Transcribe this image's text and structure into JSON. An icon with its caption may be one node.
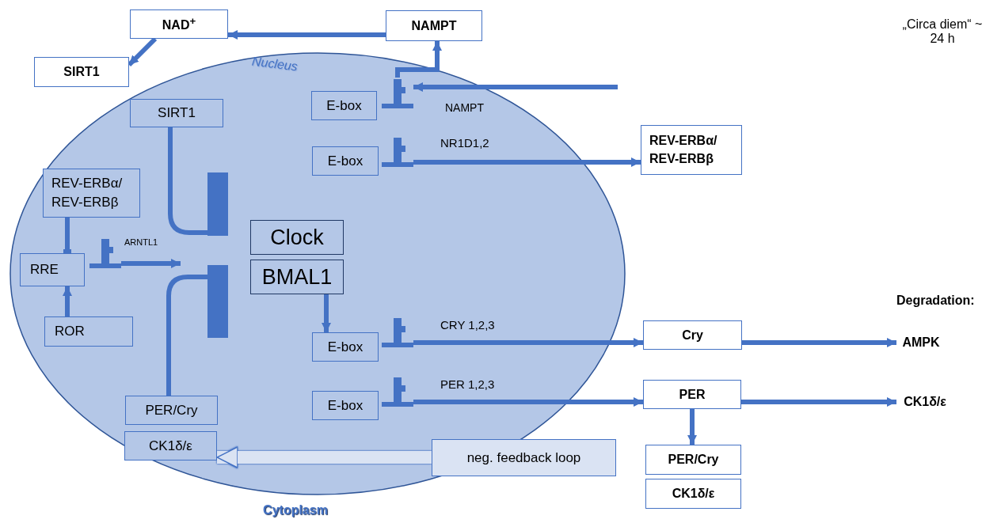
{
  "diagram": {
    "nodes": [
      {
        "text": [
          "Nucleus"
        ]
      },
      {
        "text": [
          "NAD$^{+}$"
        ]
      },
      {
        "text": [
          "NAMPT"
        ]
      },
      {
        "text": [
          "SIRT1"
        ]
      },
      {
        "text": [
          "SIRT1"
        ],
        "in": 0
      },
      {
        "text": [
          "E-box"
        ],
        "in": 0
      },
      {
        "text": [],
        "shape": "gene",
        "beside": [
          "NAMPT"
        ],
        "in": 0
      },
      {
        "text": [
          "E-box"
        ],
        "in": 0
      },
      {
        "text": [],
        "shape": "gene",
        "beside": [
          "NR1D1,2"
        ],
        "in": 0
      },
      {
        "text": [
          "REV-ERBα/ REV-ERBβ"
        ]
      },
      {
        "text": [
          "REV-ERBα/ REV-ERBβ"
        ],
        "in": 0
      },
      {
        "text": [],
        "shape": "bar",
        "in": 0
      },
      {
        "text": [
          "Clock"
        ],
        "in": 0
      },
      {
        "text": [
          "RRE"
        ],
        "in": 0
      },
      {
        "text": [],
        "shape": "gene",
        "beside": [
          "ARNTL1"
        ],
        "in": 0
      },
      {
        "text": [],
        "shape": "bar",
        "in": 0
      },
      {
        "text": [
          "BMAL1"
        ],
        "in": 0
      },
      {
        "text": [
          "ROR"
        ],
        "in": 0
      },
      {
        "text": [
          "E-box"
        ],
        "in": 0
      },
      {
        "text": [],
        "shape": "gene",
        "beside": [
          "CRY 1,2,3"
        ],
        "in": 0
      },
      {
        "text": [
          "Cry"
        ]
      },
      {
        "text": [
          "AMPK"
        ]
      },
      {
        "text": [
          "E-box"
        ],
        "in": 0
      },
      {
        "text": [],
        "shape": "gene",
        "beside": [
          "PER 1,2,3"
        ],
        "in": 0
      },
      {
        "text": [
          "PER"
        ]
      },
      {
        "text": [
          "CK1δ/ε"
        ]
      },
      {
        "text": [
          "PER/Cry"
        ],
        "in": 0
      },
      {
        "text": [
          "CK1δ/ε"
        ],
        "in": 0
      },
      {
        "text": [
          "neg. feedback loop"
        ]
      },
      {
        "text": [
          "PER/Cry"
        ]
      },
      {
        "text": [
          "CK1δ/ε"
        ]
      }
    ],
    "edges": [
      {
        "from": 2,
        "to": 1,
        "arrow": "to"
      },
      {
        "from": 1,
        "to": 3,
        "arrow": "to"
      },
      {
        "from": null,
        "to": 6,
        "arrow": "to"
      },
      {
        "from": 6,
        "to": 2,
        "arrow": "to"
      },
      {
        "from": 8,
        "to": 9,
        "arrow": "to"
      },
      {
        "from": 10,
        "to": 13,
        "arrow": "other"
      },
      {
        "from": 17,
        "to": 13,
        "arrow": "to"
      },
      {
        "from": 14,
        "to": null,
        "arrow": "to"
      },
      {
        "from": 4,
        "to": 11,
        "arrow": "none"
      },
      {
        "from": 26,
        "to": 15,
        "arrow": "none"
      },
      {
        "from": 16,
        "to": 18,
        "arrow": "to"
      },
      {
        "from": 19,
        "to": 20,
        "arrow": "to"
      },
      {
        "from": 23,
        "to": 24,
        "arrow": "to"
      },
      {
        "from": 20,
        "to": 21,
        "arrow": "to"
      },
      {
        "from": 24,
        "to": 25,
        "arrow": "to"
      },
      {
        "from": 24,
        "to": 29,
        "arrow": "to"
      },
      {
        "from": 28,
        "to": 27,
        "arrow": "to",
        "style": "thick",
        "color": "#dae3f3"
      }
    ],
    "labels": [
      "„Circa diem“ ~ 24 h",
      "Degradation:",
      "Cytoplasm"
    ]
  }
}
